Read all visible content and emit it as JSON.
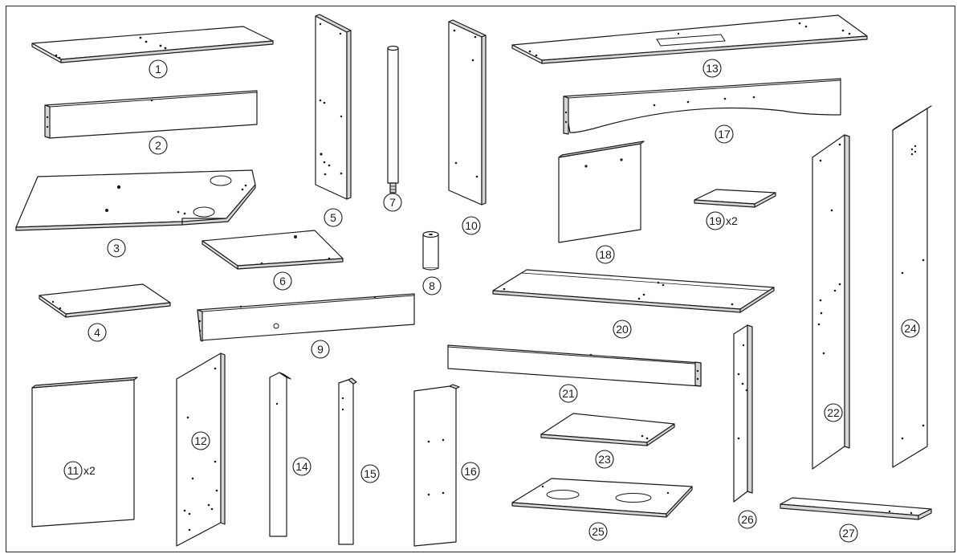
{
  "parts": [
    {
      "number": "1"
    },
    {
      "number": "2"
    },
    {
      "number": "3"
    },
    {
      "number": "4"
    },
    {
      "number": "5"
    },
    {
      "number": "6"
    },
    {
      "number": "7"
    },
    {
      "number": "8"
    },
    {
      "number": "9"
    },
    {
      "number": "10"
    },
    {
      "number": "11",
      "quantity": "x2"
    },
    {
      "number": "12"
    },
    {
      "number": "13"
    },
    {
      "number": "14"
    },
    {
      "number": "15"
    },
    {
      "number": "16"
    },
    {
      "number": "17"
    },
    {
      "number": "18"
    },
    {
      "number": "19",
      "quantity": "x2"
    },
    {
      "number": "20"
    },
    {
      "number": "21"
    },
    {
      "number": "22"
    },
    {
      "number": "23"
    },
    {
      "number": "24"
    },
    {
      "number": "25"
    },
    {
      "number": "26"
    },
    {
      "number": "27"
    }
  ]
}
